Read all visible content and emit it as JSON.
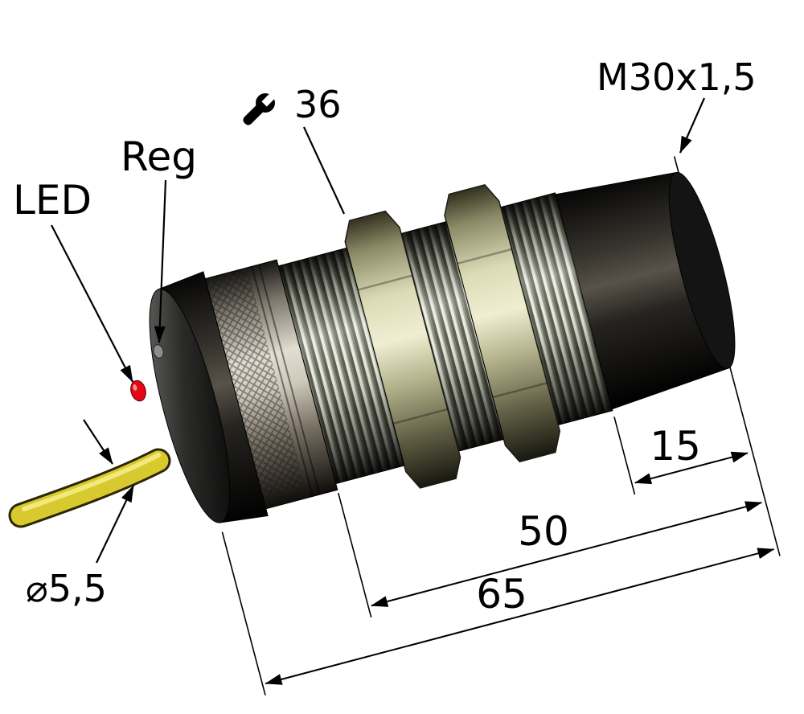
{
  "drawing": {
    "labels": {
      "led": "LED",
      "reg": "Reg",
      "wrench_size": "36",
      "thread_spec": "M30x1,5",
      "cable_diameter": "⌀5,5",
      "rear_length": "15",
      "thread_length": "50",
      "total_length": "65"
    },
    "colors": {
      "background": "#ffffff",
      "annotation": "#000000",
      "cable_yellow": "#d8c92f",
      "led_red": "#e30613",
      "nut_brass": "#dcdbb6",
      "metal_silver": "#cfc9bc",
      "housing_black": "#111111"
    }
  }
}
